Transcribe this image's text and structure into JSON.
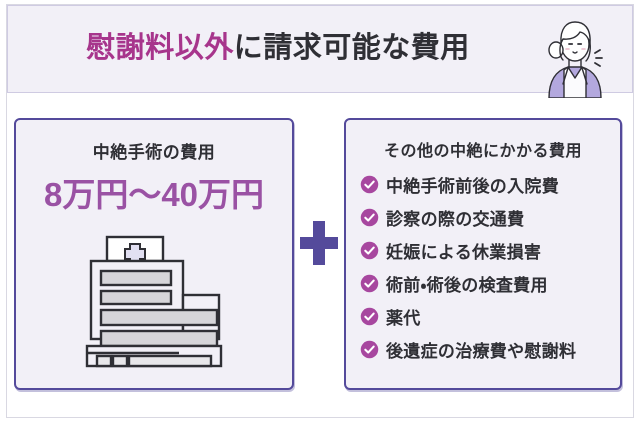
{
  "header": {
    "title_highlight": "慰謝料以外",
    "title_rest": "に請求可能な費用",
    "title_full": "慰謝料以外に請求可能な費用",
    "highlight_color": "#a7358c",
    "text_color": "#2f2f35",
    "band_bg": "#f2f0f7",
    "illustration": "thinking-woman-illustration"
  },
  "left_box": {
    "heading": "中絶手術の費用",
    "price": "8万円〜40万円",
    "price_color": "#9a52a4",
    "icon": "hospital-building-icon",
    "border_color": "#544a9b",
    "bg": "#f2f0f7"
  },
  "plus": {
    "label": "+",
    "color": "#544a9b"
  },
  "right_box": {
    "heading": "その他の中絶にかかる費用",
    "border_color": "#544a9b",
    "bg": "#f2f0f7",
    "check_color": "#a7479f",
    "items": [
      {
        "label": "中絶手術前後の入院費"
      },
      {
        "label": "診察の際の交通費"
      },
      {
        "label": "妊娠による休業損害"
      },
      {
        "label": "術前・術後の検査費用"
      },
      {
        "label": "薬代"
      },
      {
        "label": "後遺症の治療費や慰謝料"
      }
    ]
  }
}
